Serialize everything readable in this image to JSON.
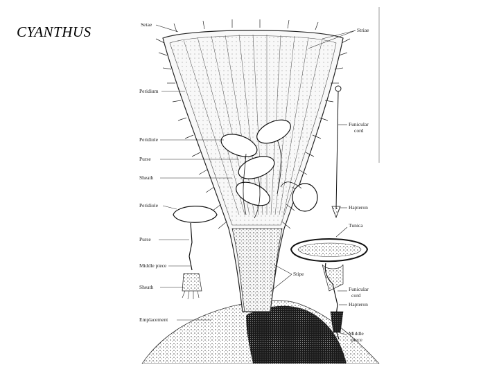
{
  "slide": {
    "title": "CYANTHUS"
  },
  "figure": {
    "labels_left": {
      "seta": "Setae",
      "peridium": "Peridium",
      "peridiole": "Peridiole",
      "purse": "Purse",
      "sheath": "Sheath",
      "peridiole2": "Peridiole",
      "purse2": "Purse",
      "middle_piece": "Middle piece",
      "sheath2": "Sheath",
      "emplacement": "Emplacement"
    },
    "labels_right": {
      "striae": "Striae",
      "funicular_cord": [
        "Funicular",
        "cord"
      ],
      "hapteron": "Hapteron",
      "tunica": "Tunica",
      "stipe": "Stipe",
      "funicular_cord2": [
        "Funicular",
        "cord"
      ],
      "hapteron2": "Hapteron",
      "middle_piece2": [
        "Middle",
        "piece"
      ]
    }
  }
}
